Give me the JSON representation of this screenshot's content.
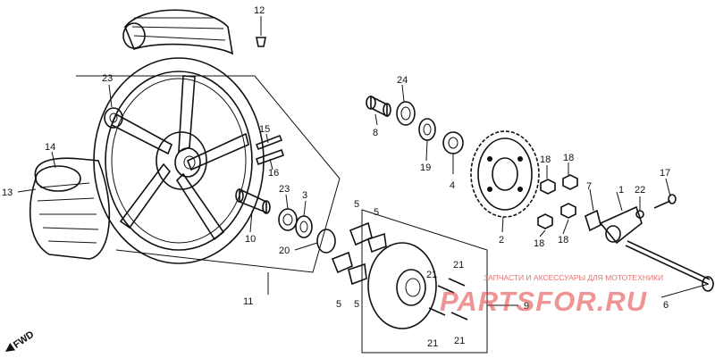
{
  "diagram": {
    "labels": [
      "1",
      "2",
      "3",
      "4",
      "5",
      "5",
      "5",
      "5",
      "6",
      "7",
      "8",
      "9",
      "10",
      "11",
      "12",
      "13",
      "14",
      "15",
      "16",
      "17",
      "18",
      "18",
      "18",
      "18",
      "19",
      "20",
      "21",
      "21",
      "21",
      "21",
      "22",
      "23",
      "23",
      "24"
    ],
    "fwd_label": "FWD",
    "watermark": {
      "tagline": "ЗАПЧАСТИ И АКСЕССУАРЫ ДЛЯ МОТОТЕХНИКИ",
      "site": "PARTSFOR.RU",
      "color": "#e23c3c"
    }
  }
}
